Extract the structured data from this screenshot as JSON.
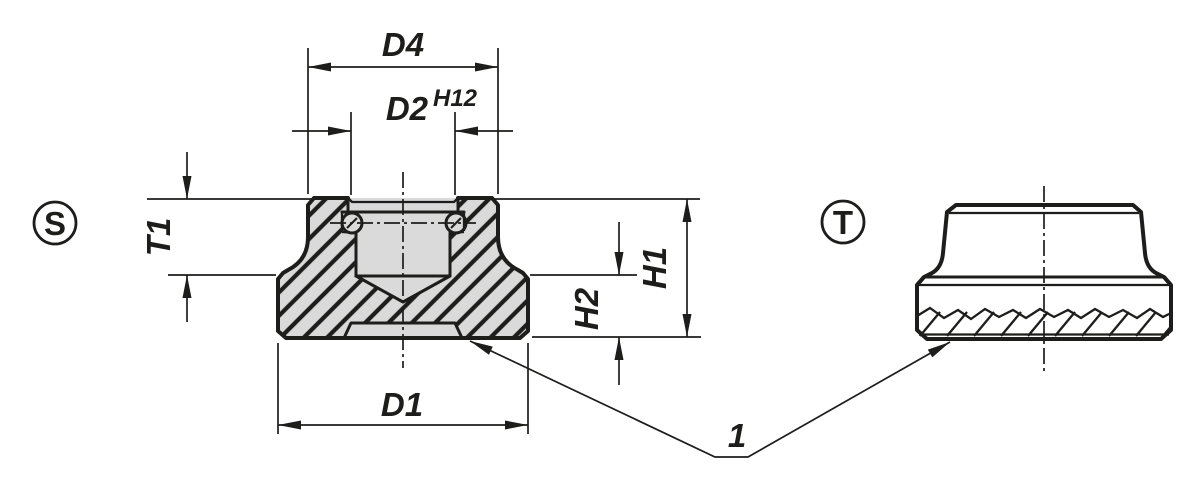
{
  "drawing": {
    "description": "Two-view technical drawing of a positioning bushing: sectional view S and external view T",
    "colors": {
      "line": "#1d1d1b",
      "part_fill": "#dadada",
      "background": "#ffffff"
    },
    "views": {
      "section": {
        "label": "S"
      },
      "external": {
        "label": "T"
      }
    },
    "dimensions": {
      "d4": "D4",
      "d2": "D2",
      "d2_tolerance": "H12",
      "t1": "T1",
      "h1": "H1",
      "h2": "H2",
      "d1": "D1"
    },
    "callouts": {
      "item1": "1"
    }
  }
}
